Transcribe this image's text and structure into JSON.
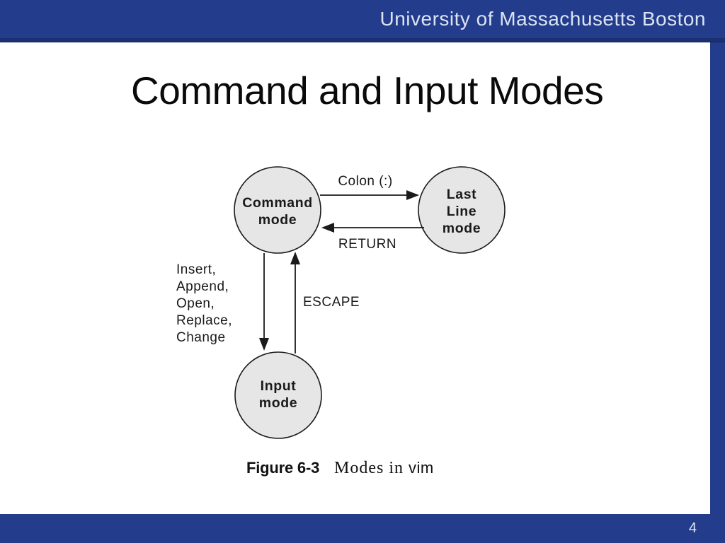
{
  "slide": {
    "header": {
      "institution": "University of Massachusetts Boston"
    },
    "title": "Command and Input Modes",
    "footer": {
      "page_number": "4"
    },
    "colors": {
      "banner_blue": "#233c8c",
      "banner_blue_dark": "#1b2f72",
      "node_fill_gray": "#e6e6e6",
      "line_black": "#1a1a1a"
    },
    "diagram": {
      "nodes": {
        "command": {
          "line1": "Command",
          "line2": "mode"
        },
        "last_line": {
          "line1": "Last",
          "line2": "Line",
          "line3": "mode"
        },
        "input": {
          "line1": "Input",
          "line2": "mode"
        }
      },
      "edges": {
        "colon_label": "Colon (:)",
        "return_label": "RETURN",
        "escape_label": "ESCAPE",
        "insert_list": [
          "Insert,",
          "Append,",
          "Open,",
          "Replace,",
          "Change"
        ]
      },
      "caption": {
        "figure_label": "Figure 6-3",
        "caption_serif": "Modes in",
        "caption_sans": "vim"
      }
    }
  }
}
